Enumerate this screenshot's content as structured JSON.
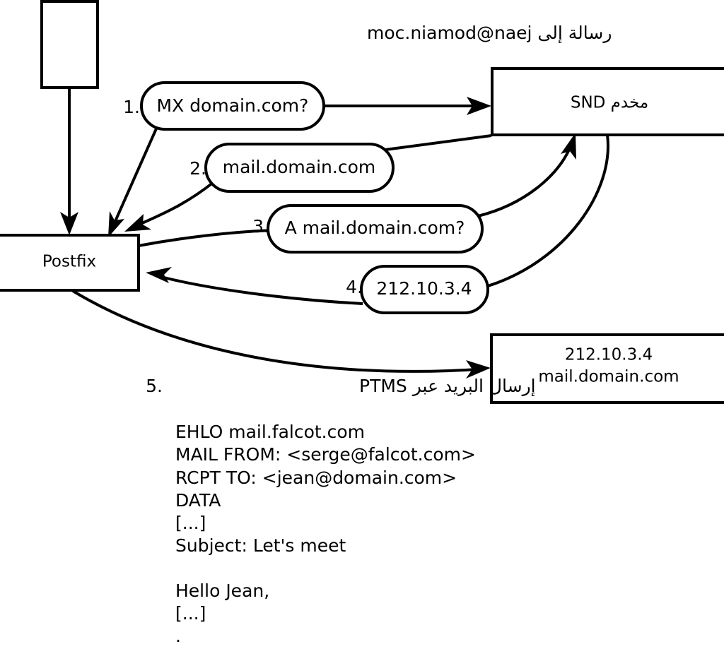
{
  "header": {
    "message_label": "رسالة إلى jean@domain.com"
  },
  "nodes": {
    "client_box": {
      "label": ""
    },
    "postfix": {
      "label": "Postfix"
    },
    "dns_server": {
      "label": "مخدم DNS"
    },
    "mail_server": {
      "line1": "212.10.3.4",
      "line2": "mail.domain.com"
    }
  },
  "steps": [
    {
      "number": "1.",
      "text": "MX domain.com?"
    },
    {
      "number": "2.",
      "text": "mail.domain.com"
    },
    {
      "number": "3.",
      "text": "A mail.domain.com?"
    },
    {
      "number": "4.",
      "text": "212.10.3.4"
    }
  ],
  "step5": {
    "number": "5.",
    "text": "إرسال البريد عبر SMTP"
  },
  "transcript": [
    "EHLO mail.falcot.com",
    "MAIL FROM: <serge@falcot.com>",
    "RCPT TO: <jean@domain.com>",
    "DATA",
    "[...]",
    "Subject: Let's meet",
    "",
    "Hello Jean,",
    "[...]",
    "",
    "."
  ],
  "colors": {
    "stroke": "#000000",
    "fill": "#ffffff",
    "background": "#ffffff"
  }
}
